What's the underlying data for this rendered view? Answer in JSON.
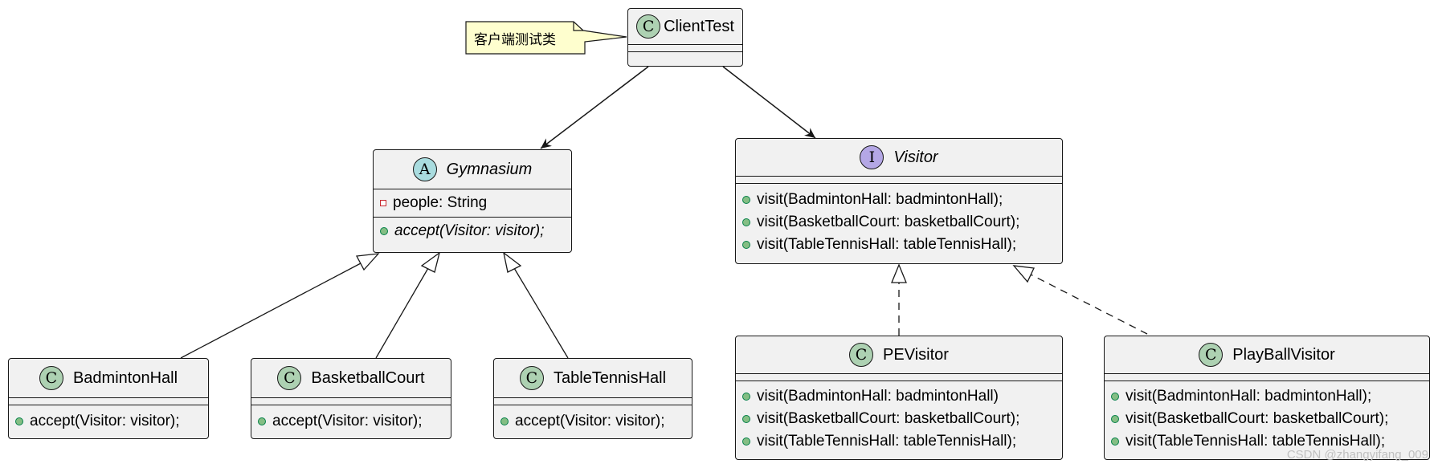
{
  "note": {
    "text": "客户端测试类"
  },
  "classes": {
    "client_test": {
      "badge": "C",
      "name": "ClientTest"
    },
    "gymnasium": {
      "badge": "A",
      "name": "Gymnasium",
      "fields": [
        "people: String"
      ],
      "methods": [
        "accept(Visitor: visitor);"
      ]
    },
    "visitor": {
      "badge": "I",
      "name": "Visitor",
      "methods": [
        "visit(BadmintonHall: badmintonHall);",
        "visit(BasketballCourt: basketballCourt);",
        "visit(TableTennisHall: tableTennisHall);"
      ]
    },
    "badminton_hall": {
      "badge": "C",
      "name": "BadmintonHall",
      "methods": [
        "accept(Visitor: visitor);"
      ]
    },
    "basketball_court": {
      "badge": "C",
      "name": "BasketballCourt",
      "methods": [
        "accept(Visitor: visitor);"
      ]
    },
    "table_tennis_hall": {
      "badge": "C",
      "name": "TableTennisHall",
      "methods": [
        "accept(Visitor: visitor);"
      ]
    },
    "pe_visitor": {
      "badge": "C",
      "name": "PEVisitor",
      "methods": [
        "visit(BadmintonHall: badmintonHall)",
        "visit(BasketballCourt: basketballCourt);",
        "visit(TableTennisHall: tableTennisHall);"
      ]
    },
    "play_ball_visitor": {
      "badge": "C",
      "name": "PlayBallVisitor",
      "methods": [
        "visit(BadmintonHall: badmintonHall);",
        "visit(BasketballCourt: basketballCourt);",
        "visit(TableTennisHall: tableTennisHall);"
      ]
    }
  },
  "watermark": "CSDN @zhangyifang_009",
  "colors": {
    "class_fill": "#f1f1f1",
    "class_badge": "#add1b2",
    "abstract_badge": "#a9dcdf",
    "interface_badge": "#b4a7e5",
    "note_fill": "#fefece",
    "line": "#181818"
  }
}
